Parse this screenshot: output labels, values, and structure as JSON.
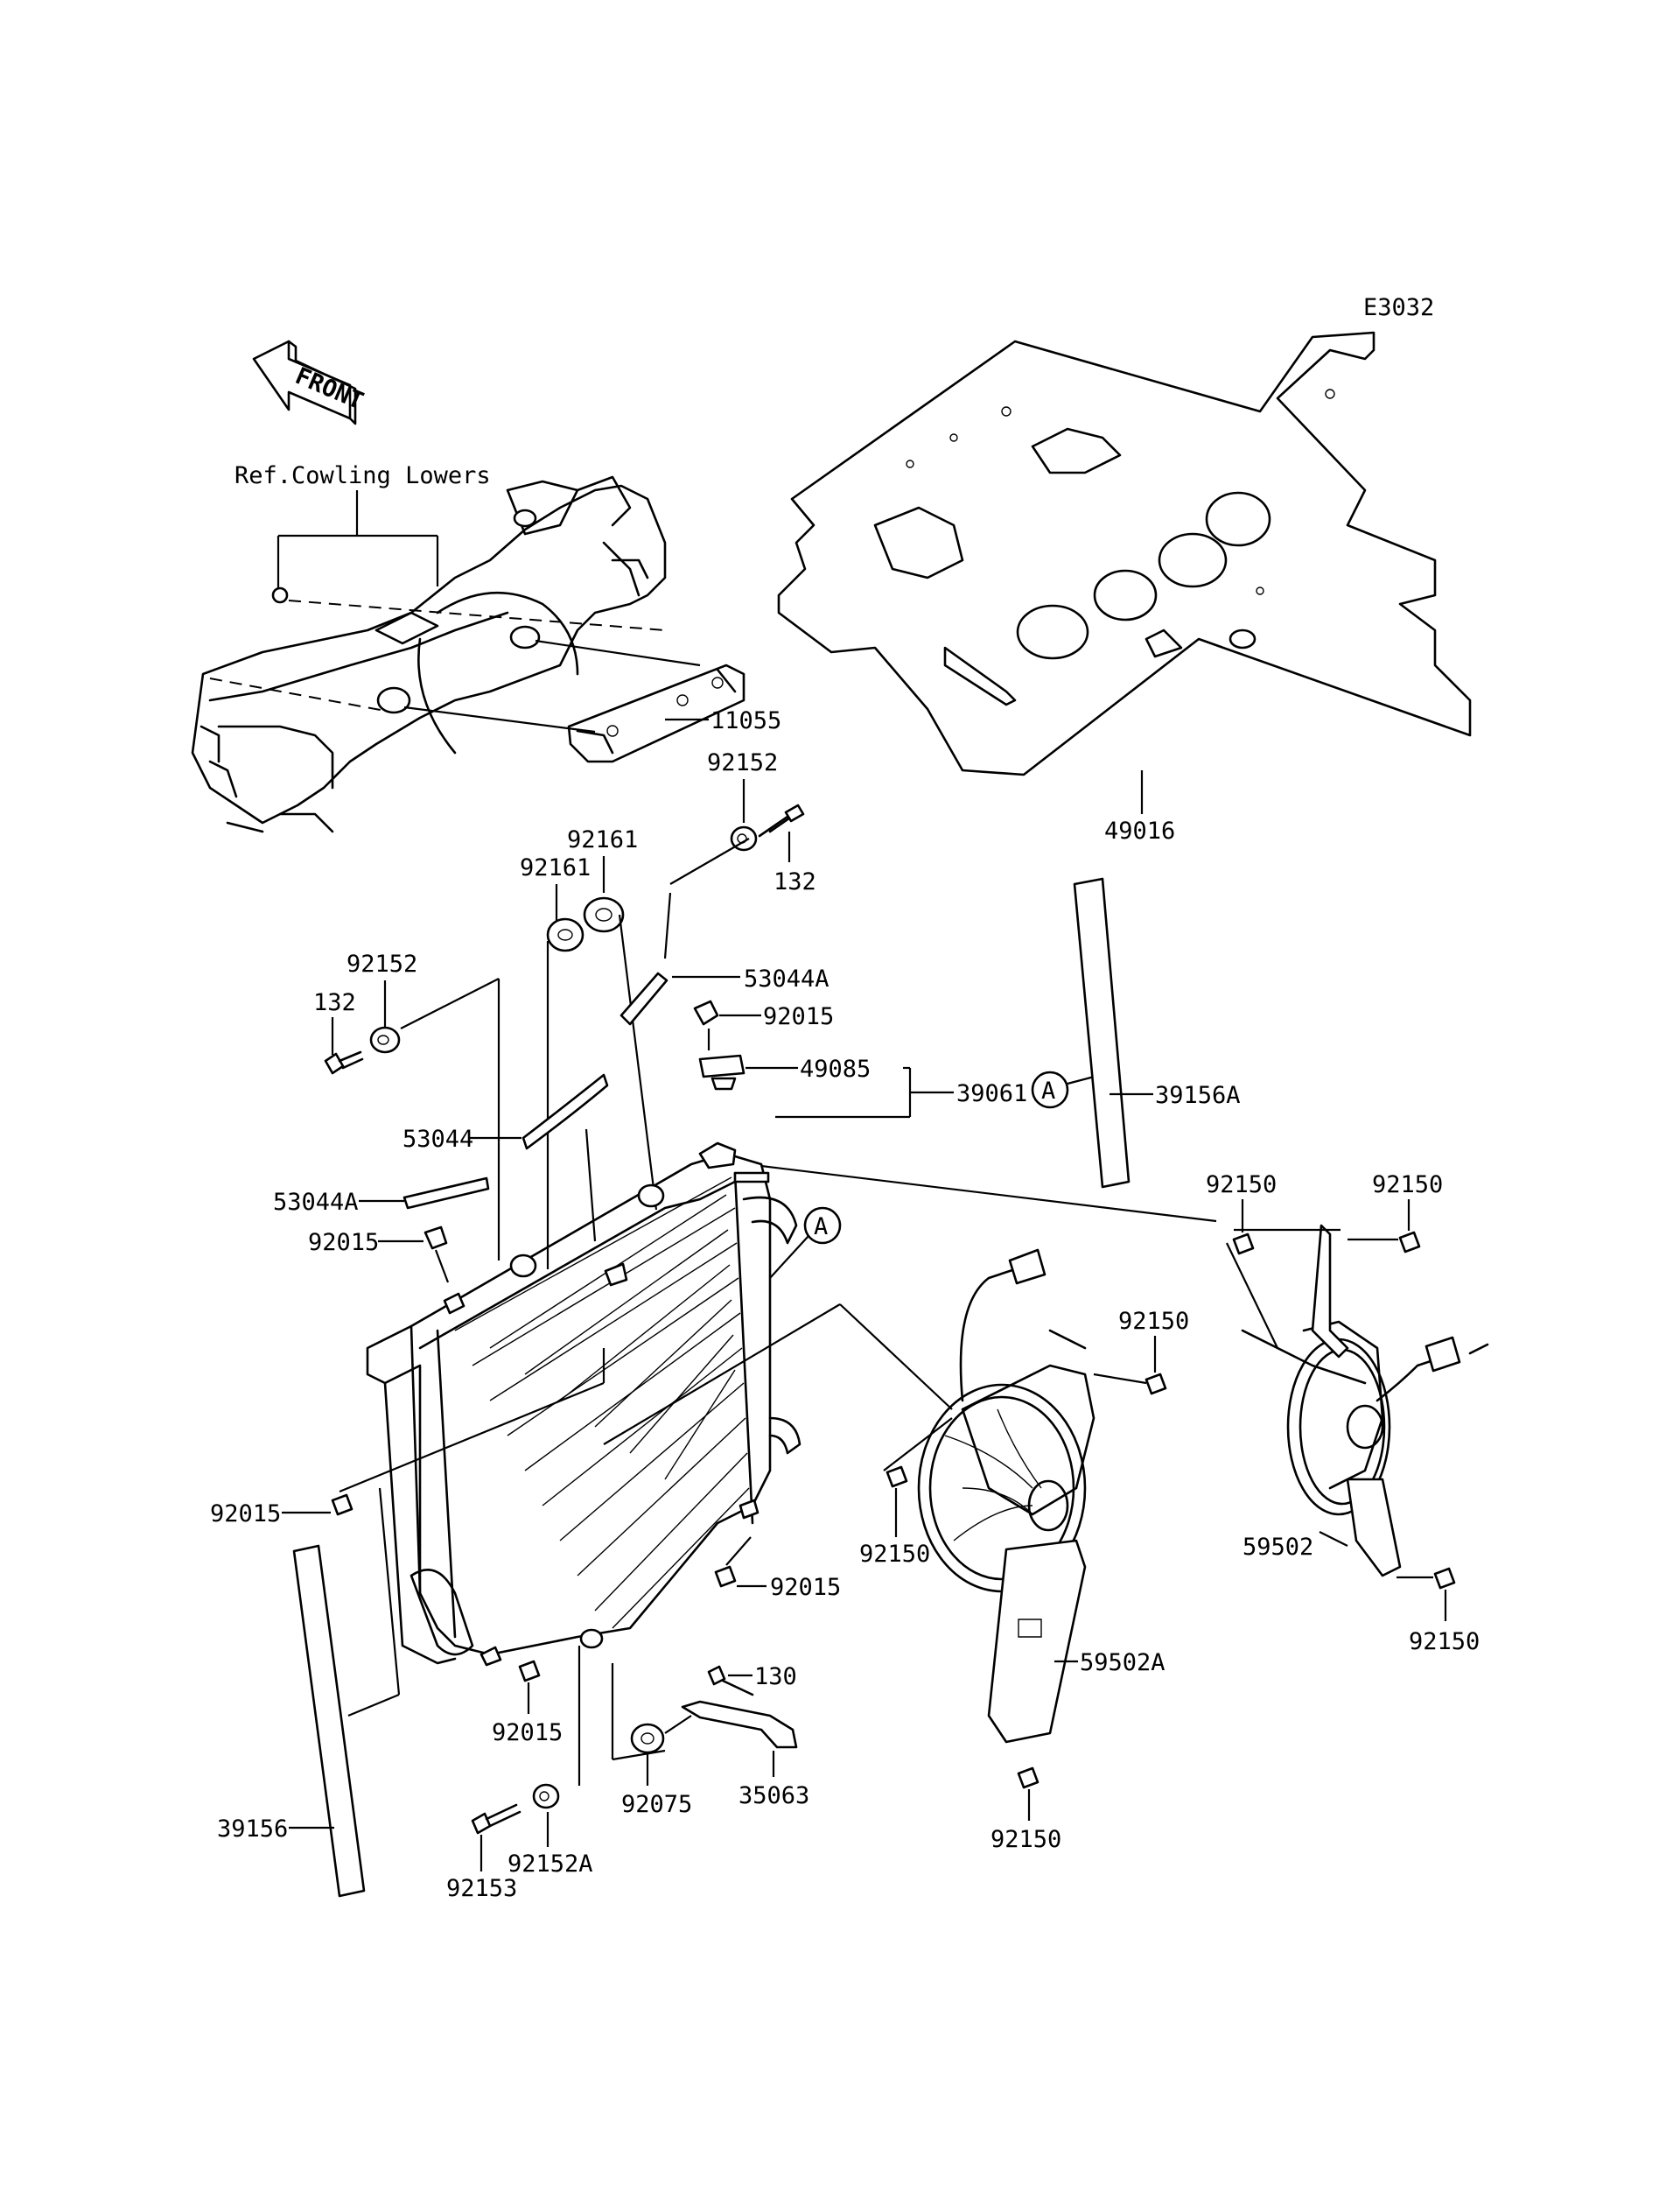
{
  "diagram": {
    "code": "E3032",
    "front_label": "FRONT",
    "ref_note": "Ref.Cowling Lowers",
    "callout_letter": "A",
    "part_labels": {
      "p11055": "11055",
      "p49016": "49016",
      "p92152_top": "92152",
      "p132_top": "132",
      "p92161_a": "92161",
      "p92161_b": "92161",
      "p92152_left": "92152",
      "p132_left": "132",
      "p53044A_top": "53044A",
      "p92015_top": "92015",
      "p49085": "49085",
      "p39061": "39061",
      "p53044": "53044",
      "p53044A_left": "53044A",
      "p92015_left": "92015",
      "p39156A": "39156A",
      "p92150_a": "92150",
      "p92150_b": "92150",
      "p92150_c": "92150",
      "p92150_d": "92150",
      "p92150_e": "92150",
      "p92150_f": "92150",
      "p59502": "59502",
      "p59502A": "59502A",
      "p92015_mid": "92015",
      "p92015_right": "92015",
      "p92015_bottom": "92015",
      "p130": "130",
      "p92075": "92075",
      "p35063": "35063",
      "p39156": "39156",
      "p92152A": "92152A",
      "p92153": "92153"
    }
  }
}
